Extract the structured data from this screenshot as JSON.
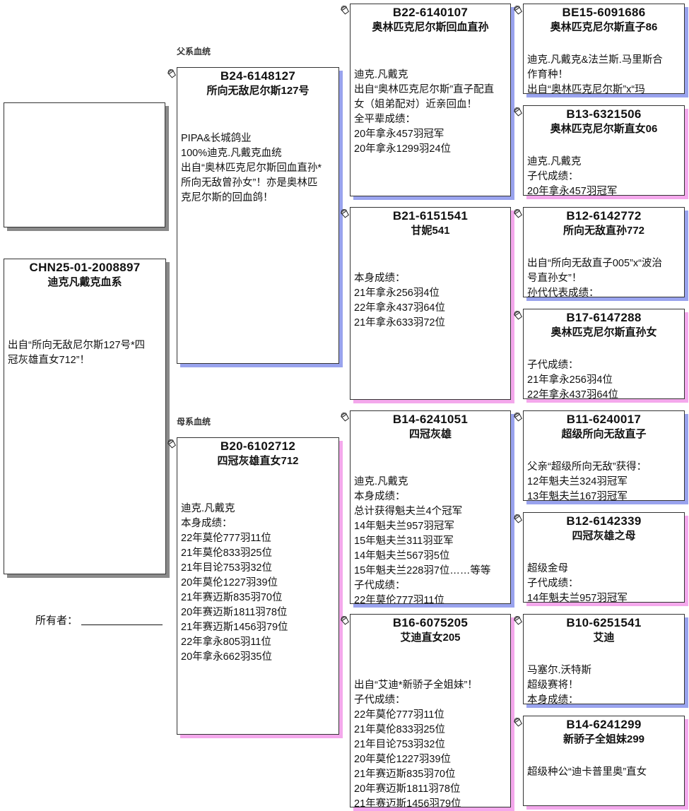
{
  "colors": {
    "male_shadow": "#99a3ee",
    "female_shadow": "#f4a8ec",
    "subject_shadow": "#8a8a8a"
  },
  "labels": {
    "sire_line": "父系血统",
    "dam_line": "母系血统",
    "owner": "所有者："
  },
  "subject": {
    "ring": "CHN25-01-2008897",
    "name": "迪克凡戴克血系",
    "notes": [
      "出自“所向无敌尼尔斯127号*四",
      "冠灰雄直女712”！"
    ]
  },
  "pedigree": [
    {
      "role": "sire",
      "sex": "male",
      "ring": "B24-6148127",
      "name": "所向无敌尼尔斯127号",
      "notes": [
        "PIPA&长城鸽业",
        "100%迪克.凡戴克血统",
        "出自“奥林匹克尼尔斯回血直孙*",
        "所向无敌曾孙女”！亦是奥林匹",
        "克尼尔斯的回血鸽！"
      ]
    },
    {
      "role": "dam",
      "sex": "female",
      "ring": "B20-6102712",
      "name": "四冠灰雄直女712",
      "notes": [
        "迪克.凡戴克",
        "本身成绩：",
        "22年莫伦777羽11位",
        "21年莫伦833羽25位",
        "21年目论753羽32位",
        "20年莫伦1227羽39位",
        "21年赛迈斯835羽70位",
        "20年赛迈斯1811羽78位",
        "21年赛迈斯1456羽79位",
        "22年拿永805羽11位",
        "20年拿永662羽35位"
      ]
    },
    {
      "role": "sire-sire",
      "sex": "male",
      "ring": "B22-6140107",
      "name": "奥林匹克尼尔斯回血直孙",
      "notes": [
        "迪克.凡戴克",
        "出自“奥林匹克尼尔斯”直子配直",
        "女（姐弟配对）近亲回血！",
        "全平辈成绩：",
        "20年拿永457羽冠军",
        "20年拿永1299羽24位"
      ]
    },
    {
      "role": "sire-dam",
      "sex": "female",
      "ring": "B21-6151541",
      "name": "甘妮541",
      "notes": [
        "本身成绩：",
        "21年拿永256羽4位",
        "22年拿永437羽64位",
        "21年拿永633羽72位"
      ]
    },
    {
      "role": "dam-sire",
      "sex": "male",
      "ring": "B14-6241051",
      "name": "四冠灰雄",
      "notes": [
        "迪克.凡戴克",
        "本身成绩：",
        "总计获得魁夫兰4个冠军",
        "14年魁夫兰957羽冠军",
        "15年魁夫兰311羽亚军",
        "14年魁夫兰567羽5位",
        "15年魁夫兰228羽7位……等等",
        "子代成绩：",
        "22年莫伦777羽11位"
      ]
    },
    {
      "role": "dam-dam",
      "sex": "female",
      "ring": "B16-6075205",
      "name": "艾迪直女205",
      "notes": [
        "出自“艾迪*新骄子全姐妹”！",
        "子代成绩：",
        "22年莫伦777羽11位",
        "21年莫伦833羽25位",
        "21年目论753羽32位",
        "20年莫伦1227羽39位",
        "21年赛迈斯835羽70位",
        "20年赛迈斯1811羽78位",
        "21年赛迈斯1456羽79位"
      ]
    },
    {
      "role": "gen4-1",
      "sex": "male",
      "ring": "BE15-6091686",
      "name": "奥林匹克尼尔斯直子86",
      "notes": [
        "迪克.凡戴克&法兰斯.马里斯合",
        "作育种！",
        "出自“奥林匹克尼尔斯”x“玛"
      ]
    },
    {
      "role": "gen4-2",
      "sex": "female",
      "ring": "B13-6321506",
      "name": "奥林匹克尼尔斯直女06",
      "notes": [
        "迪克.凡戴克",
        "子代成绩：",
        "20年拿永457羽冠军"
      ]
    },
    {
      "role": "gen4-3",
      "sex": "male",
      "ring": "B12-6142772",
      "name": "所向无敌直孙772",
      "notes": [
        "出自“所向无敌直子005”x“波治",
        "号直孙女”！",
        "孙代代表成绩："
      ]
    },
    {
      "role": "gen4-4",
      "sex": "female",
      "ring": "B17-6147288",
      "name": "奥林匹克尼尔斯直孙女",
      "notes": [
        "子代成绩：",
        "21年拿永256羽4位",
        "22年拿永437羽64位"
      ]
    },
    {
      "role": "gen4-5",
      "sex": "male",
      "ring": "B11-6240017",
      "name": "超级所向无敌直子",
      "notes": [
        "父亲“超级所向无敌”获得：",
        "12年魁夫兰324羽冠军",
        "13年魁夫兰167羽冠军"
      ]
    },
    {
      "role": "gen4-6",
      "sex": "female",
      "ring": "B12-6142339",
      "name": "四冠灰雄之母",
      "notes": [
        "超级金母",
        "子代成绩：",
        "14年魁夫兰957羽冠军"
      ]
    },
    {
      "role": "gen4-7",
      "sex": "male",
      "ring": "B10-6251541",
      "name": "艾迪",
      "notes": [
        "马塞尔.沃特斯",
        "超级赛将！",
        "本身成绩："
      ]
    },
    {
      "role": "gen4-8",
      "sex": "female",
      "ring": "B14-6241299",
      "name": "新骄子全姐妹299",
      "notes": [
        "超级种公“迪卡普里奥”直女"
      ]
    }
  ]
}
